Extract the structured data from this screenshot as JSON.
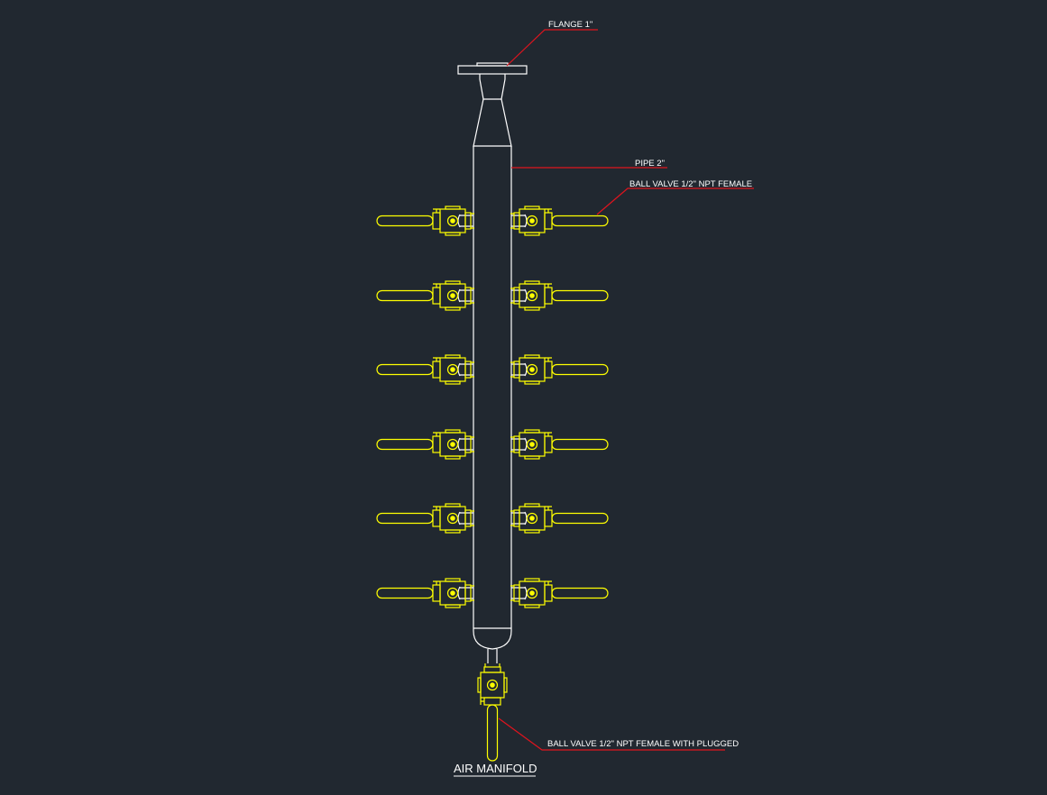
{
  "drawing": {
    "title": "AIR MANIFOLD",
    "labels": {
      "flange": "FLANGE 1\"",
      "pipe": "PIPE 2\"",
      "ball_valve": "BALL VALVE 1/2\" NPT FEMALE",
      "ball_valve_plugged": "BALL VALVE 1/2\" NPT FEMALE WITH PLUGGED"
    },
    "valve_rows": 6,
    "valves_per_row": 2,
    "colors": {
      "background": "#212830",
      "pipe": "#ffffff",
      "valve": "#ffff00",
      "leader": "#e0141e",
      "text": "#ffffff"
    }
  }
}
